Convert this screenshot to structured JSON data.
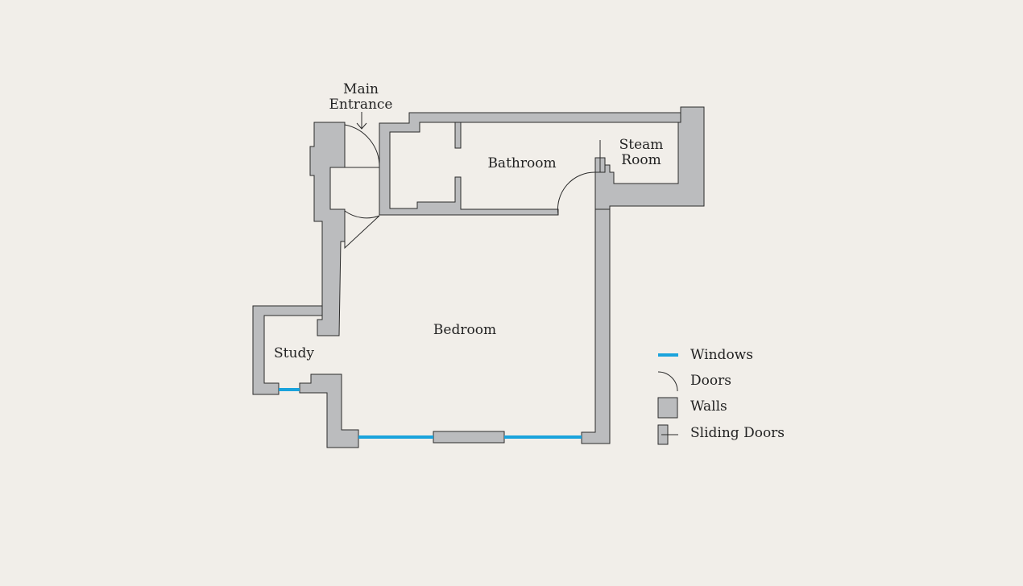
{
  "rooms": {
    "main_entrance_line1": "Main",
    "main_entrance_line2": "Entrance",
    "bathroom": "Bathroom",
    "steam_room_line1": "Steam",
    "steam_room_line2": "Room",
    "bedroom": "Bedroom",
    "study": "Study"
  },
  "legend": {
    "windows": "Windows",
    "doors": "Doors",
    "walls": "Walls",
    "sliding_doors": "Sliding Doors"
  },
  "colors": {
    "background": "#f1eee9",
    "wall_fill": "#bbbcbe",
    "wall_stroke": "#2b2b2b",
    "window": "#1aa3dc"
  }
}
